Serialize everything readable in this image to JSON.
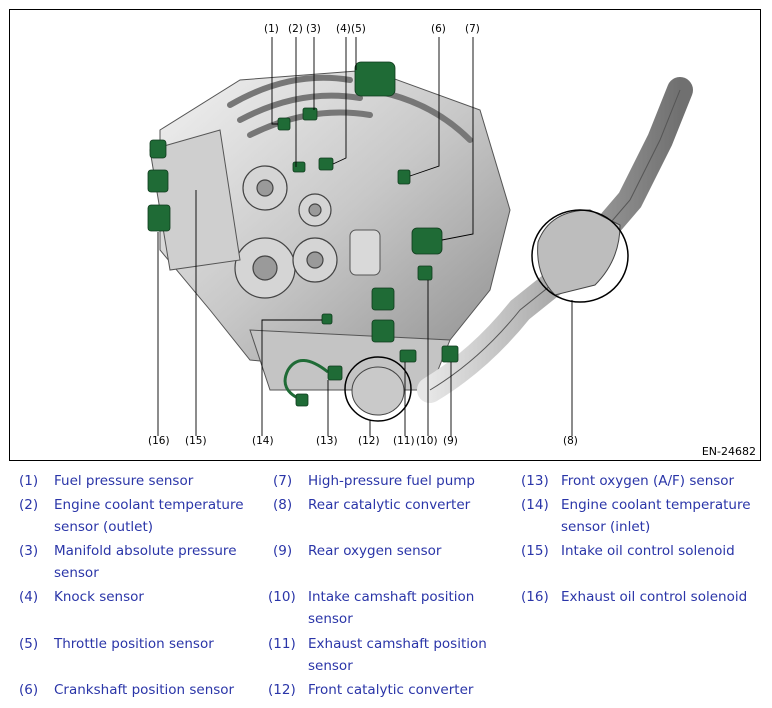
{
  "figure": {
    "id": "EN-24682",
    "callouts": [
      "(1)",
      "(2)",
      "(3)",
      "(4)",
      "(5)",
      "(6)",
      "(7)",
      "(8)",
      "(9)",
      "(10)",
      "(11)",
      "(12)",
      "(13)",
      "(14)",
      "(15)",
      "(16)"
    ]
  },
  "legend": [
    {
      "num": "(1)",
      "text_lines": [
        "Fuel pressure sensor"
      ]
    },
    {
      "num": "(2)",
      "text_lines": [
        "Engine coolant temperature",
        "sensor (outlet)"
      ]
    },
    {
      "num": "(3)",
      "text_lines": [
        "Manifold absolute pressure",
        "sensor"
      ]
    },
    {
      "num": "(4)",
      "text_lines": [
        "Knock sensor"
      ]
    },
    {
      "num": "(5)",
      "text_lines": [
        "Throttle position sensor"
      ]
    },
    {
      "num": "(6)",
      "text_lines": [
        "Crankshaft position sensor"
      ]
    },
    {
      "num": "(7)",
      "text_lines": [
        "High-pressure fuel pump"
      ]
    },
    {
      "num": "(8)",
      "text_lines": [
        "Rear catalytic converter"
      ]
    },
    {
      "num": "(9)",
      "text_lines": [
        "Rear oxygen sensor"
      ]
    },
    {
      "num": "(10)",
      "text_lines": [
        "Intake camshaft position",
        "sensor"
      ]
    },
    {
      "num": "(11)",
      "text_lines": [
        "Exhaust camshaft position",
        "sensor"
      ]
    },
    {
      "num": "(12)",
      "text_lines": [
        "Front catalytic converter"
      ]
    },
    {
      "num": "(13)",
      "text_lines": [
        "Front oxygen (A/F) sensor"
      ]
    },
    {
      "num": "(14)",
      "text_lines": [
        "Engine coolant temperature",
        "sensor (inlet)"
      ]
    },
    {
      "num": "(15)",
      "text_lines": [
        "Intake oil control solenoid"
      ]
    },
    {
      "num": "(16)",
      "text_lines": [
        "Exhaust oil control solenoid"
      ]
    }
  ],
  "colors": {
    "legend_text": "#2a35a8",
    "sensor_green": "#1f6b36",
    "engine_gray": "#bfbfbf"
  }
}
